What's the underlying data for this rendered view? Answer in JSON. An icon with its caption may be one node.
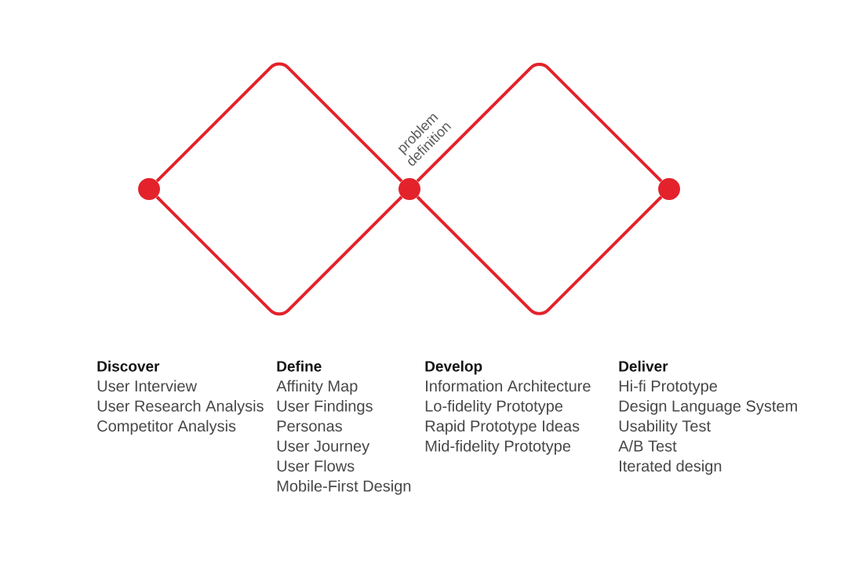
{
  "diagram": {
    "nodes": [
      {
        "text": [],
        "shape": "circle"
      },
      {
        "text": [],
        "shape": "circle",
        "beside": [
          "problem definition"
        ]
      },
      {
        "text": [],
        "shape": "circle"
      }
    ],
    "edges": [
      {
        "from": 0,
        "to": 1,
        "arrow": "none"
      },
      {
        "from": 0,
        "to": 1,
        "arrow": "none"
      },
      {
        "from": 1,
        "to": 2,
        "arrow": "none"
      },
      {
        "from": 1,
        "to": 2,
        "arrow": "none"
      }
    ],
    "labels": [
      "Discover",
      "User Interview",
      "User Research Analysis",
      "Competitor Analysis",
      "Define",
      "Affinity Map",
      "User Findings",
      "Personas",
      "User Journey",
      "User Flows",
      "Mobile-First Design",
      "Develop",
      "Information Architecture",
      "Lo-fidelity Prototype",
      "Rapid Prototype Ideas",
      "Mid-fidelity Prototype",
      "Deliver",
      "Hi-fi Prototype",
      "Design Language System",
      "Usability Test",
      "A/B Test",
      "Iterated design"
    ]
  }
}
